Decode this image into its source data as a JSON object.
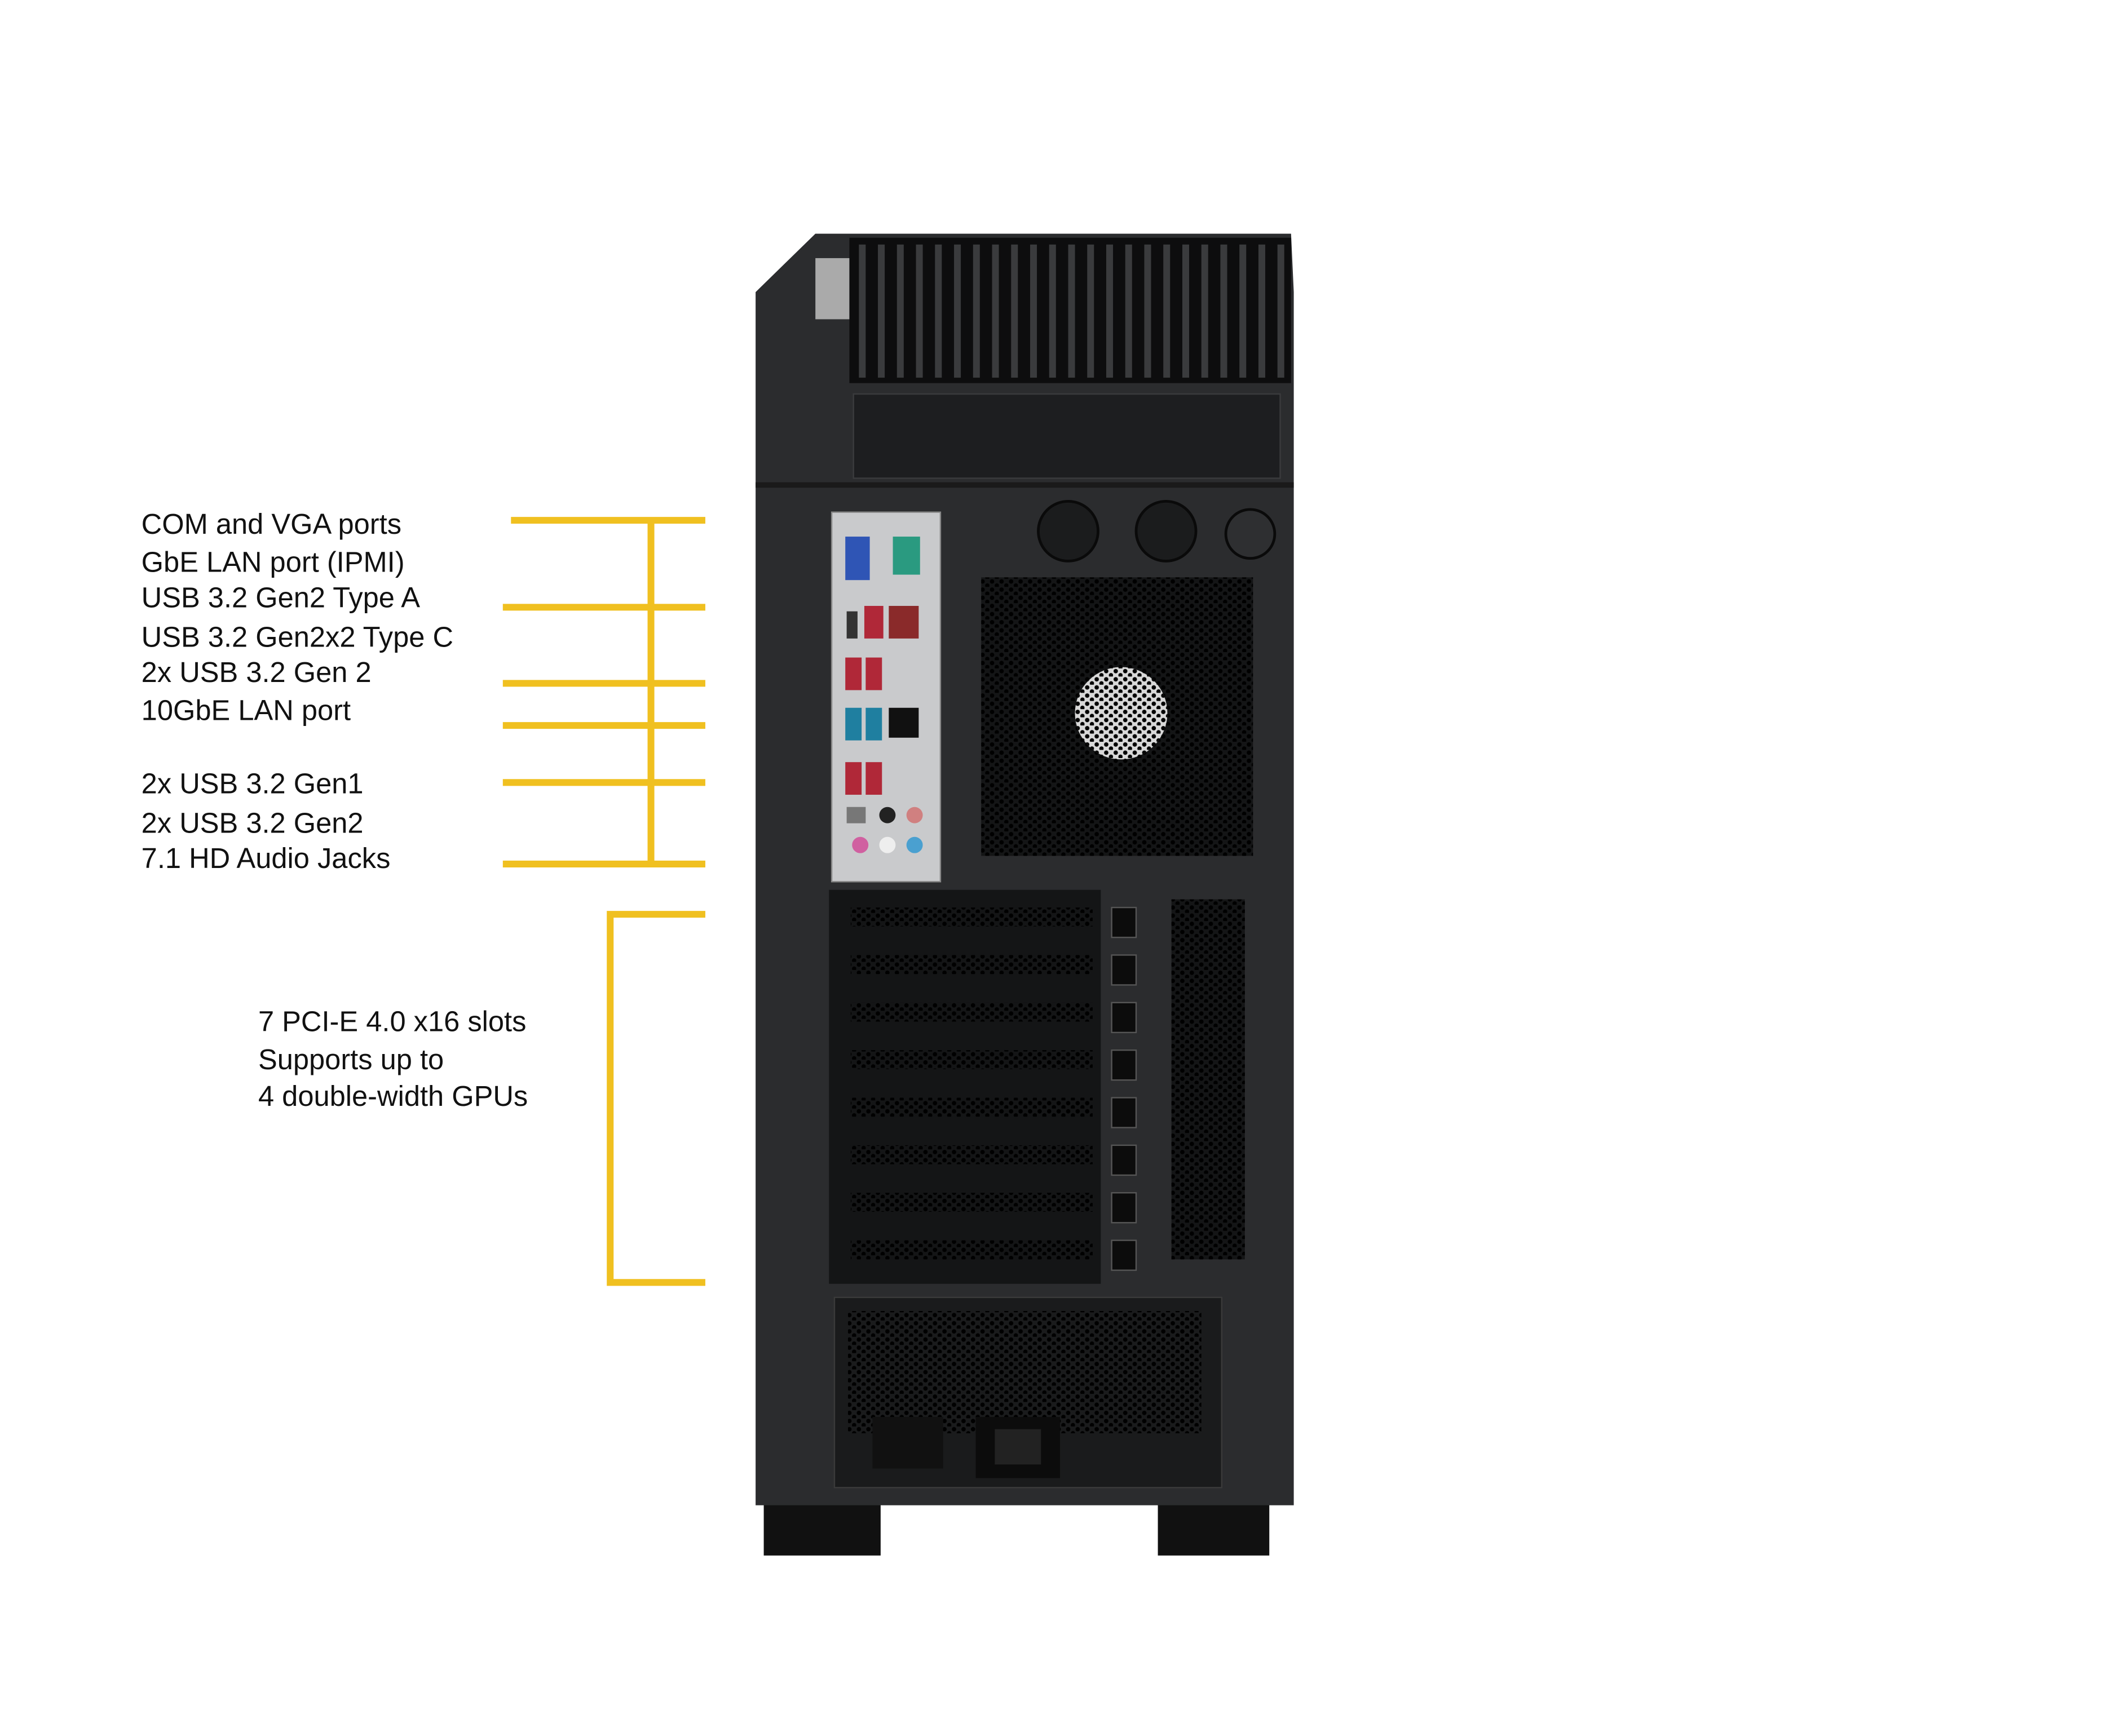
{
  "io_labels": [
    "COM and VGA ports",
    "GbE LAN port (IPMI)",
    "USB 3.2 Gen2 Type A",
    "USB 3.2 Gen2x2 Type C",
    "2x USB 3.2 Gen 2",
    "10GbE LAN port",
    "2x USB 3.2 Gen1",
    "2x USB 3.2 Gen2",
    "7.1 HD Audio Jacks"
  ],
  "pcie_labels": [
    "7 PCI-E 4.0 x16 slots",
    "Supports up to",
    "4 double-width GPUs"
  ],
  "colors": {
    "callout": "#f0c020",
    "chassis": "#2b2c2e",
    "dark": "#151617"
  }
}
